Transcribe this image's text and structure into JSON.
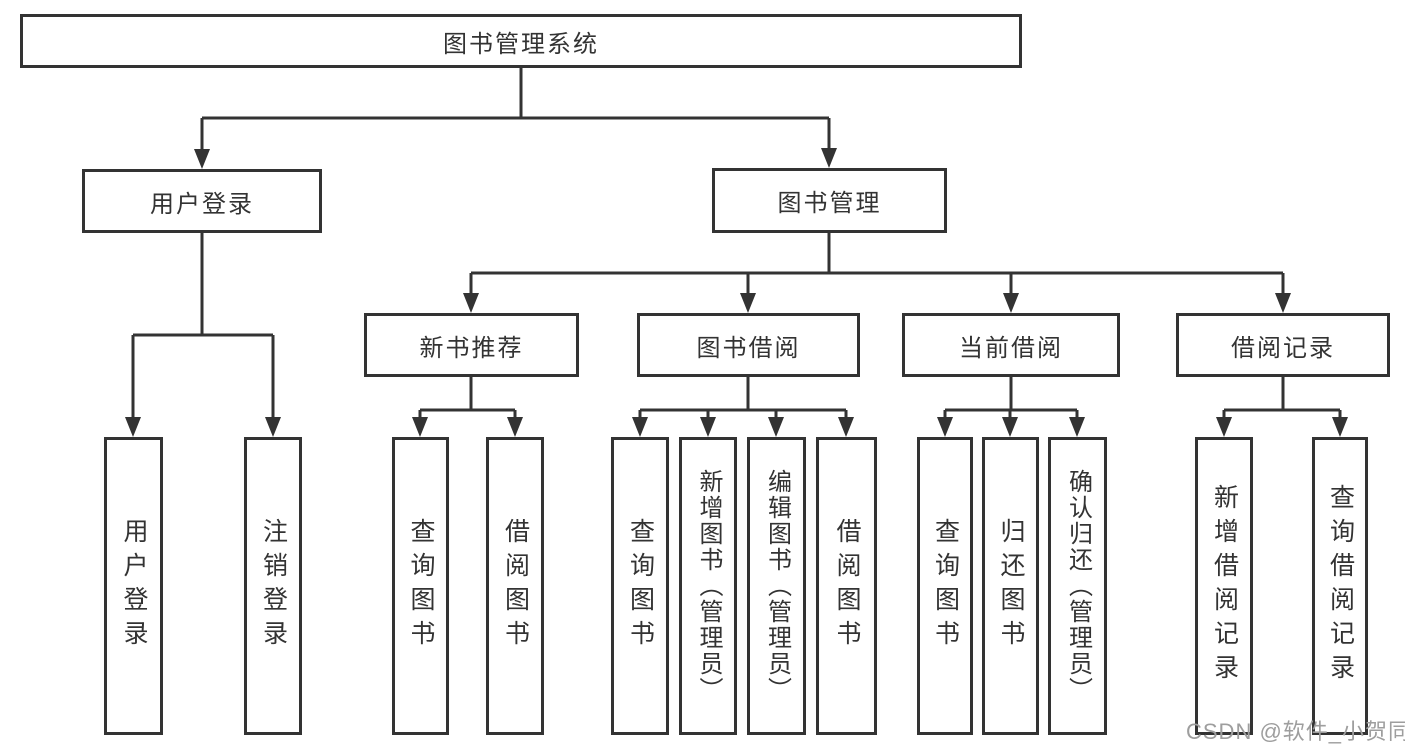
{
  "diagram": {
    "root": {
      "label": "图书管理系统"
    },
    "level2": {
      "user_login": {
        "label": "用户登录"
      },
      "book_mgmt": {
        "label": "图书管理"
      }
    },
    "level3": {
      "new_books": {
        "label": "新书推荐"
      },
      "borrowing": {
        "label": "图书借阅"
      },
      "current": {
        "label": "当前借阅"
      },
      "records": {
        "label": "借阅记录"
      }
    },
    "leaves": {
      "user_login": [
        "用户登录",
        "注销登录"
      ],
      "new_books": [
        "查询图书",
        "借阅图书"
      ],
      "borrowing": [
        "查询图书",
        "新增图书（管理员）",
        "编辑图书（管理员）",
        "借阅图书"
      ],
      "current": [
        "查询图书",
        "归还图书",
        "确认归还（管理员）"
      ],
      "records": [
        "新增借阅记录",
        "查询借阅记录"
      ]
    },
    "watermark": "CSDN @软件_小贺同学",
    "colors": {
      "line": "#333333",
      "text": "#333333",
      "watermark": "#9e9e9e",
      "background": "#ffffff"
    }
  }
}
